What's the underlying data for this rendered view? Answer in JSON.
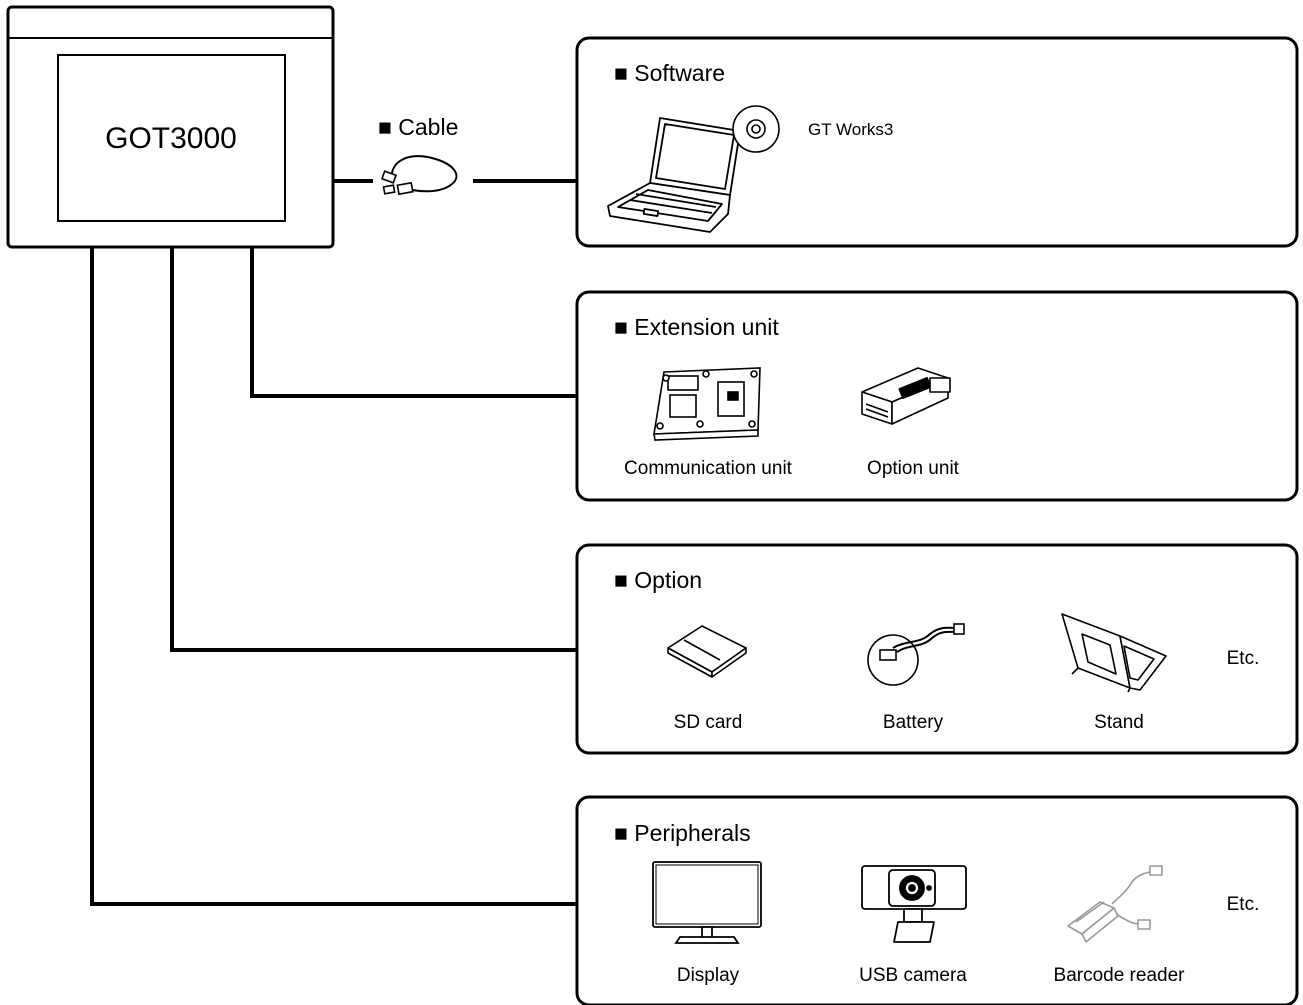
{
  "device": {
    "name": "GOT3000"
  },
  "cable": {
    "label": "■ Cable"
  },
  "groups": {
    "software": {
      "title": "■ Software",
      "items": [
        "GT Works3"
      ]
    },
    "extension": {
      "title": "■ Extension unit",
      "items": [
        "Communication unit",
        "Option unit"
      ]
    },
    "option": {
      "title": "■ Option",
      "items": [
        "SD card",
        "Battery",
        "Stand"
      ],
      "etc": "Etc."
    },
    "peripherals": {
      "title": "■ Peripherals",
      "items": [
        "Display",
        "USB camera",
        "Barcode reader"
      ],
      "etc": "Etc."
    }
  },
  "icons": [
    "laptop-icon",
    "cd-icon",
    "usb-cable-icon",
    "communication-unit-icon",
    "option-unit-icon",
    "sd-card-icon",
    "battery-icon",
    "stand-icon",
    "display-icon",
    "usb-camera-icon",
    "barcode-reader-icon"
  ]
}
